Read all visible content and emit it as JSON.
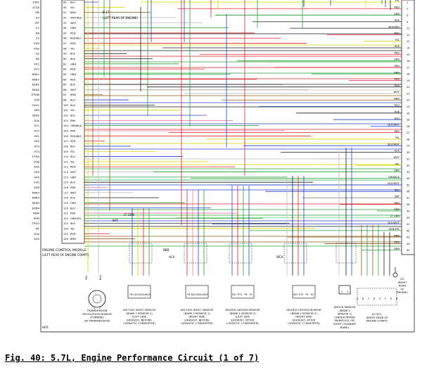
{
  "caption": "Fig. 40: 5.7L, Engine Performance Circuit (1 of 7)",
  "figure_code": "H03",
  "colors": {
    "BLK": "#1a1a1a",
    "WHT": "#bdbdbd",
    "RED": "#e0202a",
    "YEL": "#d8d400",
    "GRN": "#21a032",
    "BRN": "#8b5a14",
    "BLU": "#1f3fd0",
    "PNK": "#ee6fae",
    "ORN": "#ef7d1c",
    "GRY": "#8a8a8a",
    "VIO": "#8c3cc8",
    "LTGRN": "#7ce07c"
  },
  "ecm": {
    "label": "ENGINE CONTROL MODULE",
    "sub": "(LEFT REAR OF ENGINE COMPT)"
  },
  "top_note": {
    "pin": "B 17",
    "text": "(LEFT REAR OF ENGINE)"
  },
  "left_pins": [
    {
      "num": "89",
      "sig": "ETA1",
      "color": "BLU"
    },
    {
      "num": "90",
      "sig": "VCTA",
      "color": "YEL"
    },
    {
      "num": "91",
      "sig": "ME",
      "color": "BRN"
    },
    {
      "num": "92",
      "sig": "VV",
      "color": "WHT/BLK"
    },
    {
      "num": "93",
      "sig": "IGT",
      "color": "WHT"
    },
    {
      "num": "94",
      "sig": "E1",
      "color": "GRN"
    },
    {
      "num": "95",
      "sig": "KN",
      "color": "RED"
    },
    {
      "num": "96",
      "sig": "E2",
      "color": "RED/BLU"
    },
    {
      "num": "97",
      "sig": "VVD",
      "color": "RED"
    },
    {
      "num": "98",
      "sig": "VVG",
      "color": "YEL"
    },
    {
      "num": "99",
      "sig": "G2",
      "color": "BLK"
    },
    {
      "num": "80",
      "sig": "NE",
      "color": "BLK"
    },
    {
      "num": "81",
      "sig": "VV1",
      "color": "GRN"
    },
    {
      "num": "82",
      "sig": "VV2",
      "color": "RED"
    },
    {
      "num": "83",
      "sig": "KNK1",
      "color": "GRN"
    },
    {
      "num": "84",
      "sig": "KNK2",
      "color": "RED"
    },
    {
      "num": "85",
      "sig": "EKN1",
      "color": "BLK"
    },
    {
      "num": "86",
      "sig": "EKN2",
      "color": "WHT"
    },
    {
      "num": "87",
      "sig": "ETHW",
      "color": "BRN"
    },
    {
      "num": "88",
      "sig": "ETA",
      "color": "BLU"
    },
    {
      "num": "100",
      "sig": "THO1",
      "color": "BLK"
    },
    {
      "num": "101",
      "sig": "SPD",
      "color": "YEL"
    },
    {
      "num": "102",
      "sig": "SPD2",
      "color": "BLU"
    },
    {
      "num": "103",
      "sig": "A1A",
      "color": "PNK"
    },
    {
      "num": "104",
      "sig": "HT1",
      "color": "GRN/BLK"
    },
    {
      "num": "105",
      "sig": "HT2",
      "color": "PNK"
    },
    {
      "num": "106",
      "sig": "OX1",
      "color": "RED/BLK"
    },
    {
      "num": "107",
      "sig": "OX2",
      "color": "RED"
    },
    {
      "num": "108",
      "sig": "HT3",
      "color": "BLU"
    },
    {
      "num": "109",
      "sig": "HT4",
      "color": "YEL"
    },
    {
      "num": "110",
      "sig": "ETHA",
      "color": "BLU"
    },
    {
      "num": "111",
      "sig": "A1B",
      "color": "YEL"
    },
    {
      "num": "112",
      "sig": "A2A",
      "color": "RED"
    },
    {
      "num": "113",
      "sig": "OX3",
      "color": "WHT"
    },
    {
      "num": "114",
      "sig": "OX4",
      "color": "GRN"
    },
    {
      "num": "115",
      "sig": "E2G",
      "color": "BLK"
    },
    {
      "num": "116",
      "sig": "A2B",
      "color": "PNK"
    },
    {
      "num": "117",
      "sig": "KNK3",
      "color": "WHT"
    },
    {
      "num": "118",
      "sig": "KNK4",
      "color": "BLK"
    },
    {
      "num": "119",
      "sig": "EKN3",
      "color": "GRN"
    },
    {
      "num": "120",
      "sig": "EKN4",
      "color": "BLU"
    },
    {
      "num": "121",
      "sig": "NSW",
      "color": "PNK"
    },
    {
      "num": "122",
      "sig": "RPM",
      "color": "GRN/YEL"
    },
    {
      "num": "123",
      "sig": "THO2",
      "color": "BLK"
    },
    {
      "num": "124",
      "sig": "NT",
      "color": "YEL"
    },
    {
      "num": "125",
      "sig": "A1A",
      "color": "RED"
    },
    {
      "num": "126",
      "sig": "A2A",
      "color": "BRN"
    }
  ],
  "right_pins": [
    {
      "num": "1",
      "color": "YEL"
    },
    {
      "num": "2",
      "color": "RED"
    },
    {
      "num": "3",
      "color": "GRN"
    },
    {
      "num": "4",
      "color": "BLK"
    },
    {
      "num": "11",
      "color": "BLK/RED"
    },
    {
      "num": "12",
      "color": "RED"
    },
    {
      "num": "13",
      "color": "YEL"
    },
    {
      "num": "14",
      "color": "BLK"
    },
    {
      "num": "15",
      "color": "RED"
    },
    {
      "num": "16",
      "color": "GRN"
    },
    {
      "num": "17",
      "color": "RED"
    },
    {
      "num": "18",
      "color": "GRN"
    },
    {
      "num": "19",
      "color": "RED"
    },
    {
      "num": "20",
      "color": "BLK"
    },
    {
      "num": "21",
      "color": "WHT"
    },
    {
      "num": "22",
      "color": "BRN"
    },
    {
      "num": "23",
      "color": "BLU"
    },
    {
      "num": "24",
      "color": "BLK"
    },
    {
      "num": "25",
      "color": "BLU"
    },
    {
      "num": "26",
      "color": "BLU/WHT"
    },
    {
      "num": "27",
      "color": "RED"
    },
    {
      "num": "28",
      "color": "YEL"
    },
    {
      "num": "29",
      "color": "BLU/WHT"
    },
    {
      "num": "30",
      "color": "BLK"
    },
    {
      "num": "31",
      "color": "WHT"
    },
    {
      "num": "32",
      "color": "YEL"
    },
    {
      "num": "33",
      "color": "GRN"
    },
    {
      "num": "34",
      "color": "GRN/BLK"
    },
    {
      "num": "35",
      "color": "BLU/WHT"
    },
    {
      "num": "36",
      "color": "BLU"
    },
    {
      "num": "37",
      "color": "GRY"
    },
    {
      "num": "38",
      "color": "RED"
    },
    {
      "num": "39",
      "color": "GRN"
    },
    {
      "num": "40",
      "color": "LT GRN"
    },
    {
      "num": "41",
      "color": "BLU/WHT"
    },
    {
      "num": "42",
      "color": "GRN/YEL"
    },
    {
      "num": "43",
      "color": "BRN"
    },
    {
      "num": "44",
      "color": "BRN"
    },
    {
      "num": "45",
      "color": "GRN"
    }
  ],
  "bottom_labels": {
    "ltgrn": "LT GRN",
    "bat": "BAT",
    "tr_pins": [
      "YEL",
      "BLK"
    ]
  },
  "sensors": [
    {
      "id": "trans",
      "lines": [
        "TRANSMISSION",
        "REVOLUTION SENSOR",
        "(TURBINE)",
        "(IN TRANSMISSION)"
      ],
      "pins": [
        "1",
        "2"
      ]
    },
    {
      "id": "af1",
      "lines": [
        "AIR FUEL RATIO SENSOR",
        "(BANK 1 SENSOR 1)",
        "(LEFT SIDE",
        "EXHAUST, BEFORE",
        "CATALYTIC CONVERTER)"
      ],
      "pins": [
        "+B",
        "A1A+",
        "A1A-",
        "HA1A"
      ],
      "wires": [
        "BLU/WHT",
        "YEL",
        "RED",
        "GRN"
      ]
    },
    {
      "id": "af2",
      "lines": [
        "AIR FUEL RATIO SENSOR",
        "(BANK 2 SENSOR 1)",
        "(RIGHT SIDE",
        "EXHAUST, BEFORE",
        "CATALYTIC CONVERTER)"
      ],
      "pins": [
        "+B",
        "A2A+",
        "A2A-",
        "HA2A"
      ],
      "wires": [
        "RED",
        "PNK",
        "BLU",
        "GRN"
      ]
    },
    {
      "id": "ho1",
      "lines": [
        "HEATED OXYGEN SENSOR",
        "(BANK 1 SENSOR 2)",
        "(LEFT SIDE",
        "EXHAUST, AFTER",
        "CATALYTIC CONVERTER)"
      ],
      "pins": [
        "OX1",
        "HT1",
        "+B",
        "E1"
      ],
      "wires": [
        "BLU",
        "RED",
        "GRN/BLK",
        "BLU/WHT"
      ]
    },
    {
      "id": "ho2",
      "lines": [
        "HEATED OXYGEN SENSOR",
        "(BANK 2 SENSOR 2)",
        "(RIGHT SIDE",
        "EXHAUST, AFTER",
        "CATALYTIC CONVERTER)"
      ],
      "pins": [
        "OX2",
        "HT2",
        "+B",
        "E2"
      ],
      "wires": [
        "WHT",
        "BLK",
        "RED",
        "BLU/WHT"
      ]
    },
    {
      "id": "knock",
      "lines": [
        "KNOCK SENSOR",
        "(BANK 2",
        "SENSOR 1)",
        "(UNDER INTAKE",
        "MANIFOLD, ON",
        "RIGHT CYLINDER",
        "BANK)"
      ],
      "pins": [
        "1",
        "2"
      ],
      "wires": [
        "WHT",
        "BLK",
        "BLU"
      ]
    },
    {
      "id": "jc",
      "lines": [
        "J/C B71",
        "(RIGHT REAR OF",
        "ENGINE COMPT)"
      ],
      "pins": [
        "A",
        "B",
        "C",
        "D",
        "E",
        "F",
        "G",
        "H"
      ]
    },
    {
      "id": "ground",
      "lines": [
        "G2",
        "(RIGHT",
        "REAR",
        "OF",
        "ENGINE)"
      ]
    }
  ],
  "splice_labels": {
    "hca": "HCA",
    "wca": "WCA",
    "bbb": "BBB"
  }
}
